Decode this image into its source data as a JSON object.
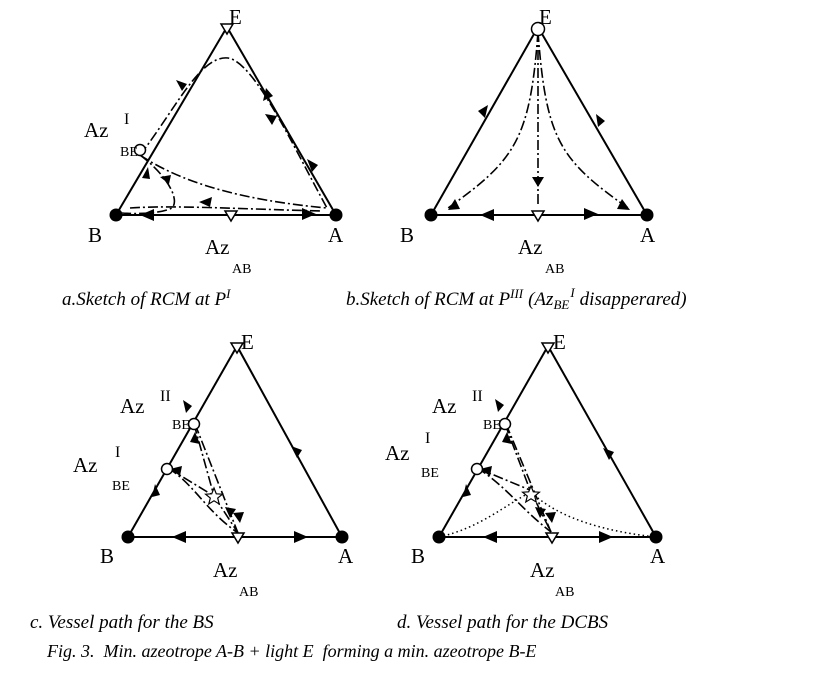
{
  "panel_a": {
    "vertex_E": "E",
    "vertex_B": "B",
    "vertex_A": "A",
    "az_be": {
      "main": "Az",
      "sup": "I",
      "sub": "BE"
    },
    "az_ab": {
      "main": "Az",
      "sub": "AB"
    },
    "caption_main": "a.Sketch of RCM at P",
    "caption_sup": "I"
  },
  "panel_b": {
    "vertex_E": "E",
    "vertex_B": "B",
    "vertex_A": "A",
    "az_ab": {
      "main": "Az",
      "sub": "AB"
    },
    "caption_main": "b.Sketch of RCM at P",
    "caption_sup": "III",
    "caption_paren_open": "(Az",
    "caption_paren_sub": "BE",
    "caption_paren_sup": "I",
    "caption_paren_close": "disapperared)"
  },
  "panel_c": {
    "vertex_E": "E",
    "vertex_B": "B",
    "vertex_A": "A",
    "az_be_ii": {
      "main": "Az",
      "sup": "II",
      "sub": "BE"
    },
    "az_be_i": {
      "main": "Az",
      "sup": "I",
      "sub": "BE"
    },
    "az_ab": {
      "main": "Az",
      "sub": "AB"
    },
    "caption": "c. Vessel path for the BS"
  },
  "panel_d": {
    "vertex_E": "E",
    "vertex_B": "B",
    "vertex_A": "A",
    "az_be_ii": {
      "main": "Az",
      "sup": "II",
      "sub": "BE"
    },
    "az_be_i": {
      "main": "Az",
      "sup": "I",
      "sub": "BE"
    },
    "az_ab": {
      "main": "Az",
      "sub": "AB"
    },
    "caption": "d. Vessel path for the DCBS"
  },
  "figure_caption": "Fig. 3.  Min. azeotrope A-B + light E  forming a min. azeotrope B-E"
}
